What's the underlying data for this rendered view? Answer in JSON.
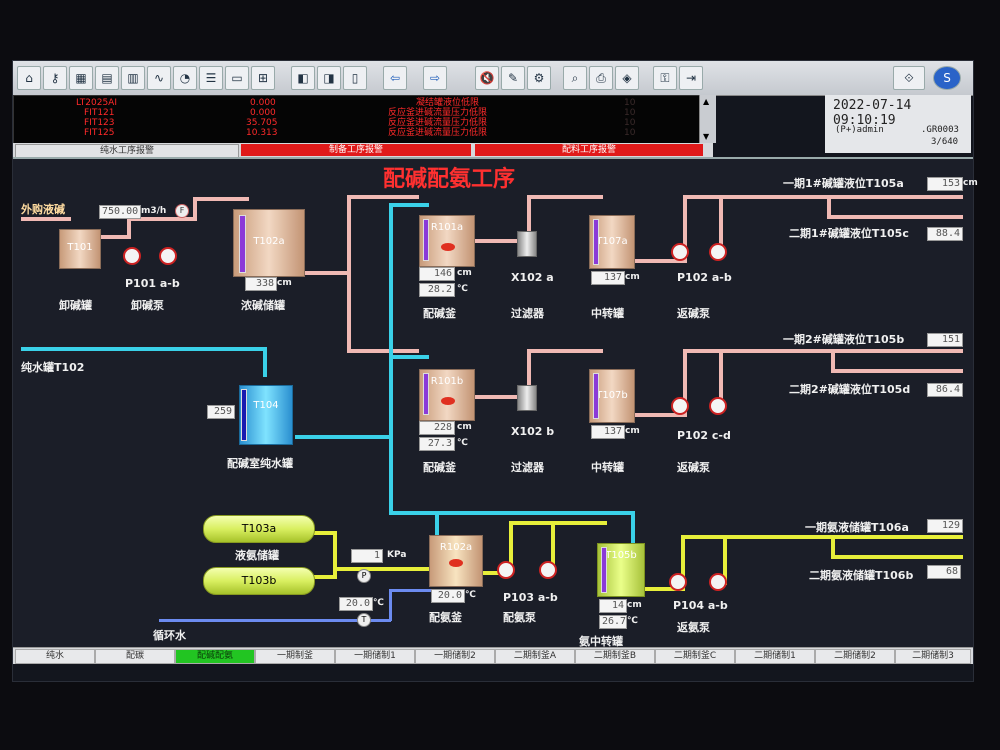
{
  "datetime": "2022-07-14  09:10:19",
  "user": "(P+)admin",
  "station": ".GR0003",
  "page": "3/640",
  "alarms": [
    {
      "tag": "LT2025AI",
      "value": "0.000",
      "desc": "凝结罐液位低限",
      "n": "10"
    },
    {
      "tag": "FIT121",
      "value": "0.000",
      "desc": "反应釜进碱流量压力低限",
      "n": "10"
    },
    {
      "tag": "FIT123",
      "value": "35.705",
      "desc": "反应釜进碱流量压力低限",
      "n": "10"
    },
    {
      "tag": "FIT125",
      "value": "10.313",
      "desc": "反应釜进碱流量压力低限",
      "n": "10"
    }
  ],
  "alarm_tabs": [
    "纯水工序报警",
    "制备工序报警",
    "配料工序报警"
  ],
  "title": "配碱配氨工序",
  "labels": {
    "ext_alkali": "外购液碱",
    "t101": "T101",
    "p101": "P101 a-b",
    "xie_tank": "卸碱罐",
    "xie_pump": "卸碱泵",
    "t102a": "T102a",
    "t102_lvl": "338",
    "t102_name": "浓碱储罐",
    "r101a": "R101a",
    "r101a_lvl": "146",
    "r101a_temp": "28.2",
    "r101a_name": "配碱釜",
    "x102a": "X102 a",
    "filter": "过滤器",
    "t107a": "T107a",
    "t107a_lvl": "137",
    "mid_tank": "中转罐",
    "p102ab": "P102 a-b",
    "ret_pump": "返碱泵",
    "out1a": "一期1#碱罐液位T105a",
    "out1a_val": "153",
    "out2a": "二期1#碱罐液位T105c",
    "out2a_val": "88.4",
    "pure_tank_in": "纯水罐T102",
    "t104": "T104",
    "t104_lvl": "259",
    "t104_name": "配碱室纯水罐",
    "r101b": "R101b",
    "r101b_lvl": "228",
    "r101b_temp": "27.3",
    "x102b": "X102 b",
    "t107b": "T107b",
    "t107b_lvl": "137",
    "p102cd": "P102 c-d",
    "out1b": "一期2#碱罐液位T105b",
    "out1b_val": "151",
    "out2b": "二期2#碱罐液位T105d",
    "out2b_val": "86.4",
    "t103a": "T103a",
    "t103b": "T103b",
    "nh3_store": "液氨储罐",
    "kpa_val": "1",
    "kpa": "KPa",
    "temp_in": "20.0",
    "circ": "循环水",
    "r102a": "R102a",
    "r102a_temp": "20.0",
    "r102a_name": "配氨釜",
    "p103": "P103 a-b",
    "nh3_pump": "配氨泵",
    "t105b": "T105b",
    "t105b_lvl": "14",
    "t105b_temp": "26.7",
    "nh3_mid": "氨中转罐",
    "p104": "P104 a-b",
    "ret_nh3": "返氨泵",
    "out_nh3a": "一期氨液储罐T106a",
    "out_nh3a_val": "129",
    "out_nh3b": "二期氨液储罐T106b",
    "out_nh3b_val": "68",
    "cm": "cm",
    "c": "℃",
    "m3h": "m3/h",
    "flow_val": "750.00"
  },
  "bottom_tabs": [
    "纯水",
    "配碳",
    "配碱配氨",
    "一期制釜",
    "一期储制1",
    "一期储制2",
    "二期制釜A",
    "二期制釜B",
    "二期制釜C",
    "二期储制1",
    "二期储制2",
    "二期储制3"
  ],
  "colors": {
    "alarm": "#ff2a2a",
    "alarm_tab": "#e01a1a",
    "active_tab": "#22c522"
  }
}
